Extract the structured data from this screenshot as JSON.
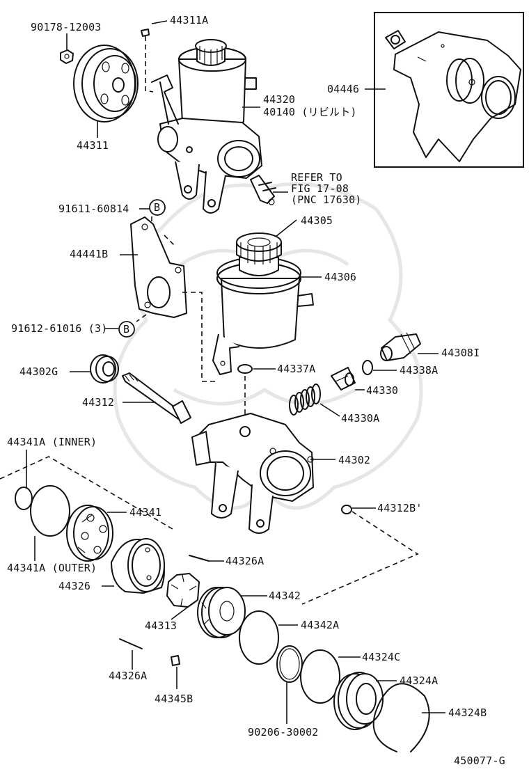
{
  "labels": {
    "p90178": "90178-12003",
    "p44311A": "44311A",
    "p44311": "44311",
    "p44320": "44320",
    "p40140": "40140 (リビルト)",
    "p04446": "04446",
    "refer1": "REFER TO",
    "refer2": "FIG 17-08",
    "refer3": "(PNC 17630)",
    "p91611": "91611-60814",
    "markB1": "B",
    "p44305": "44305",
    "p44441B": "44441B",
    "p44306": "44306",
    "p91612": "91612-61016 (3)",
    "markB2": "B",
    "p44308": "44308I",
    "p44302G": "44302G",
    "p44337A": "44337A",
    "p44338A": "44338A",
    "p44330": "44330",
    "p44312": "44312",
    "p44330A": "44330A",
    "p44341Ai": "44341A (INNER)",
    "p44302": "44302",
    "p44312B": "44312B'",
    "p44341": "44341",
    "p44341Ao": "44341A (OUTER)",
    "p44326A_1": "44326A",
    "p44326": "44326",
    "p44342": "44342",
    "p44313": "44313",
    "p44342A": "44342A",
    "p44324C": "44324C",
    "p44326A_2": "44326A",
    "p44324A": "44324A",
    "p44345B": "44345B",
    "p44324B": "44324B",
    "p90206": "90206-30002",
    "figure_id": "450077-G"
  }
}
